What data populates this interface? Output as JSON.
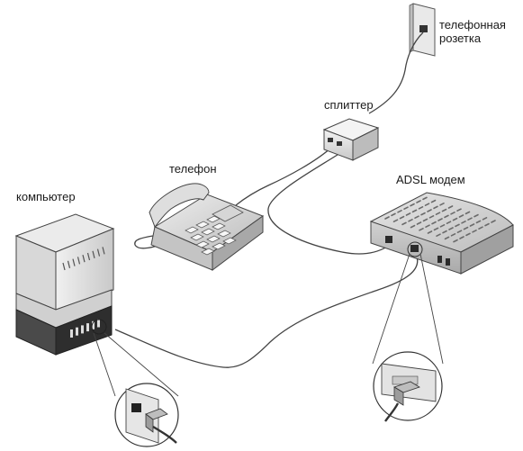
{
  "labels": {
    "outlet_line1": "телефонная",
    "outlet_line2": "розетка",
    "splitter": "сплиттер",
    "phone": "телефон",
    "modem": "ADSL модем",
    "computer": "компьютер"
  }
}
